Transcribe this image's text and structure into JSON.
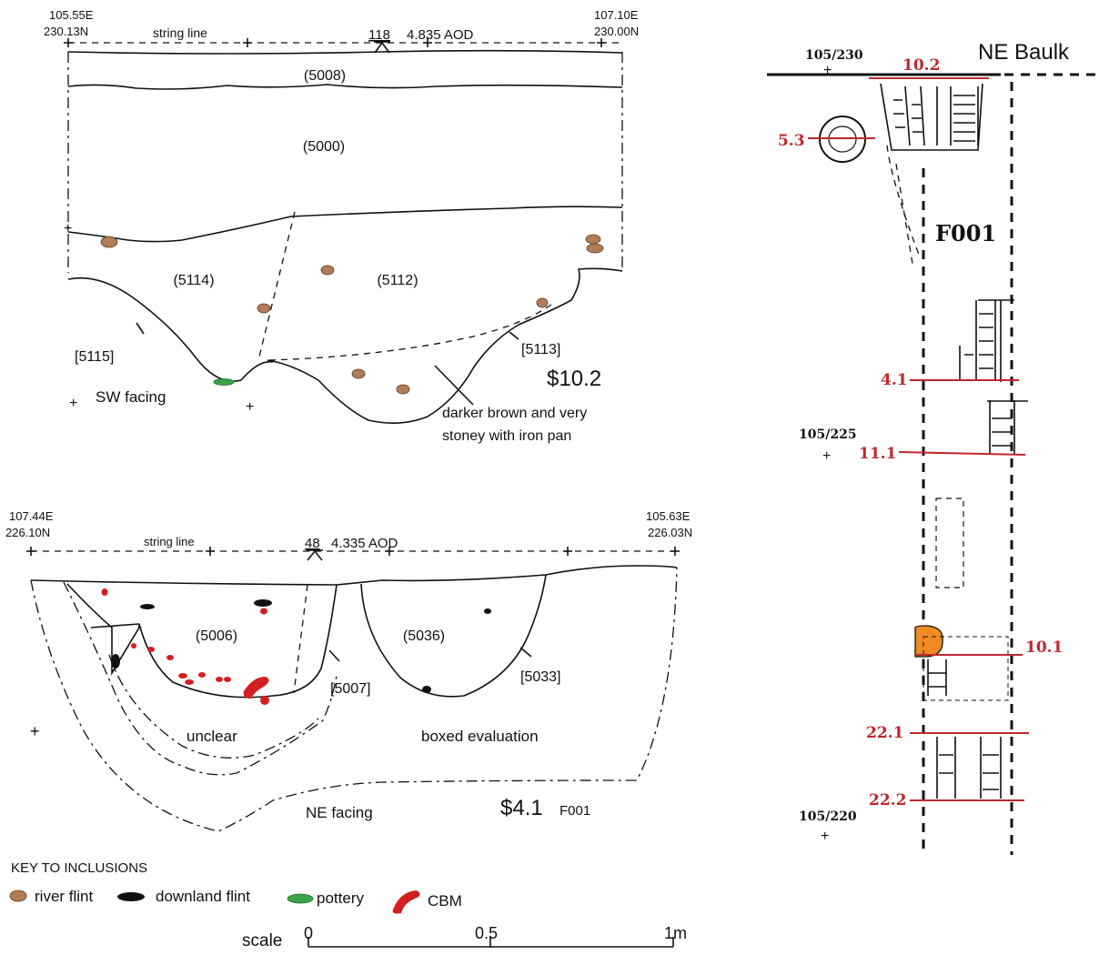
{
  "section_top": {
    "coord_left": [
      "105.55E",
      "230.13N"
    ],
    "coord_right": [
      "107.10E",
      "230.00N"
    ],
    "string_line": "string line",
    "datum_number": "118",
    "datum_aod": "4.835 AOD",
    "contexts": [
      "(5008)",
      "(5000)",
      "(5114)",
      "(5112)"
    ],
    "cuts": [
      "[5115]",
      "[5113]"
    ],
    "facing": "SW facing",
    "section_id": "$10.2",
    "note_line1": "darker brown and very",
    "note_line2": "stoney with iron pan"
  },
  "section_bottom": {
    "coord_left": [
      "107.44E",
      "226.10N"
    ],
    "coord_right": [
      "105.63E",
      "226.03N"
    ],
    "string_line": "string line",
    "datum_number": "48",
    "datum_aod": "4.335 AOD",
    "contexts": [
      "(5006)",
      "(5036)"
    ],
    "cuts": [
      "[5007]",
      "[5033]"
    ],
    "unclear": "unclear",
    "boxed": "boxed evaluation",
    "facing": "NE facing",
    "section_id": "$4.1",
    "feature": "F001"
  },
  "key": {
    "title": "KEY TO INCLUSIONS",
    "items": [
      {
        "label": "river flint",
        "color": "#b07d57"
      },
      {
        "label": "downland flint",
        "color": "#111111"
      },
      {
        "label": "pottery",
        "color": "#3aa34a"
      },
      {
        "label": "CBM",
        "color": "#d12020"
      }
    ]
  },
  "scale": {
    "label": "scale",
    "ticks": [
      "0",
      "0.5",
      "1m"
    ]
  },
  "plan": {
    "baulk": "NE Baulk",
    "feature": "F001",
    "grid_points": [
      "105/230",
      "105/225",
      "105/220"
    ],
    "section_markers": [
      "10.2",
      "5.3",
      "4.1",
      "11.1",
      "10.1",
      "22.1",
      "22.2"
    ]
  },
  "colors": {
    "river_flint": "#b07d57",
    "downland_flint": "#111111",
    "pottery": "#3aa34a",
    "cbm": "#d12020",
    "marker_red": "#c0272d",
    "orange_fill": "#f08a24"
  }
}
